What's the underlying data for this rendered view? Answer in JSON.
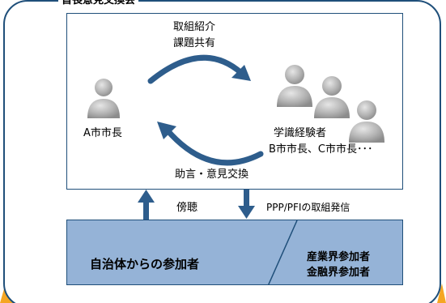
{
  "outer": {
    "title": "首長意見交換会"
  },
  "meeting": {
    "top_arrow_label_line1": "取組紹介",
    "top_arrow_label_line2": "課題共有",
    "bottom_arrow_label": "助言・意見交換",
    "mayor_a_label": "A市市長",
    "experts_label_line1": "学識経験者",
    "experts_label_line2": "B市市長、C市市長･･･"
  },
  "flows": {
    "up_label": "傍聴",
    "down_label": "PPP/PFIの取組発信"
  },
  "participants": {
    "municipal_label": "自治体からの参加者",
    "industry_label": "産業界参加者",
    "finance_label": "金融界参加者"
  },
  "colors": {
    "frame": "#1f4f7a",
    "arrow": "#2e5d8c",
    "participants_fill": "#95b3d7",
    "person_icon": "#a6a6a6",
    "deco_orange": "#f5a623",
    "deco_green": "#92d050"
  },
  "icons": {
    "mayor_a": "person-icon",
    "experts": "person-group-icon"
  }
}
